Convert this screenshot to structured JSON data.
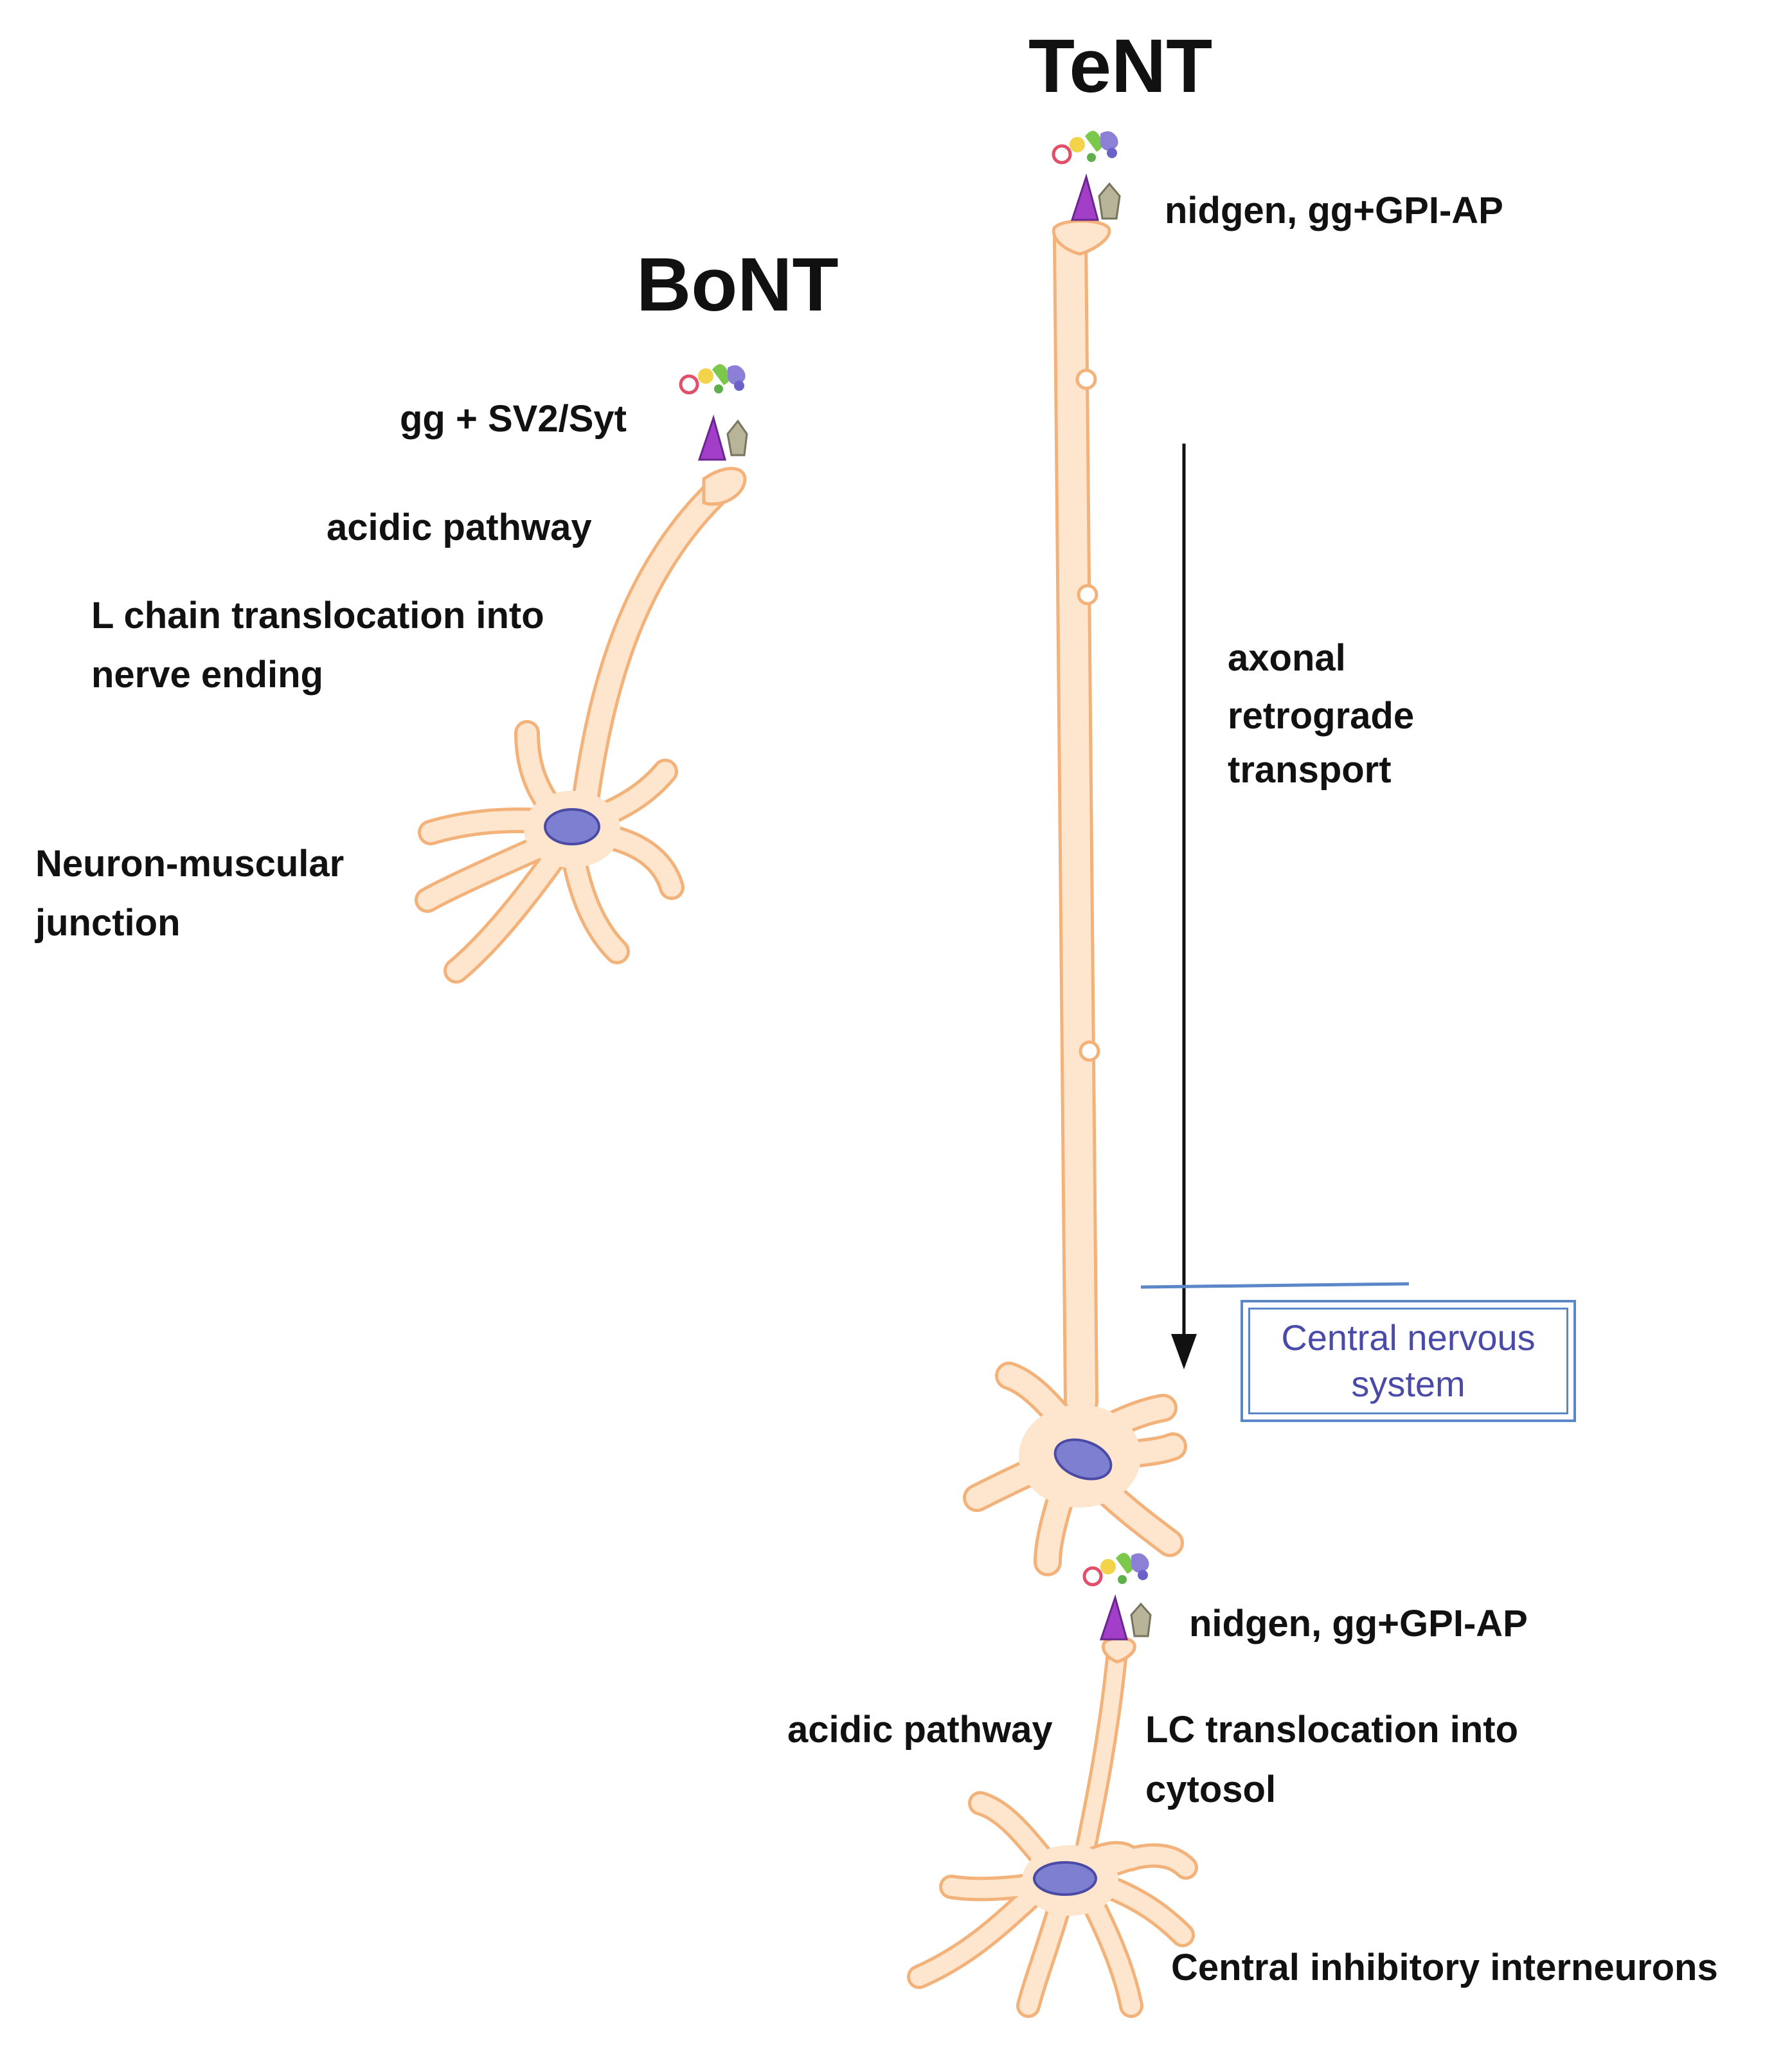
{
  "labels": {
    "tent_title": "TeNT",
    "bont_title": "BoNT",
    "tent_receptor_top": "nidgen, gg+GPI-AP",
    "bont_receptor": "gg + SV2/Syt",
    "bont_acidic": "acidic pathway",
    "bont_translocation_1": "L chain translocation into",
    "bont_translocation_2": "nerve ending",
    "nmj_1": "Neuron-muscular",
    "nmj_2": "junction",
    "transport_1": "axonal",
    "transport_2": "retrograde",
    "transport_3": "transport",
    "cns_1": "Central nervous",
    "cns_2": "system",
    "tent_receptor_bottom": "nidgen, gg+GPI-AP",
    "tent_acidic": "acidic pathway",
    "lc_translocation_1": "LC translocation into",
    "lc_translocation_2": "cytosol",
    "interneurons": "Central inhibitory interneurons"
  },
  "colors": {
    "neuron_fill": "#fde6cd",
    "neuron_outline": "#f3b27a",
    "nucleus": "#7d7fd0",
    "receptor_triangle": "#a23ec8",
    "receptor_pentagon": "#b8b49a",
    "cns_border": "#5b86c7",
    "cns_text": "#4a4aa8",
    "arrow": "#111111"
  }
}
